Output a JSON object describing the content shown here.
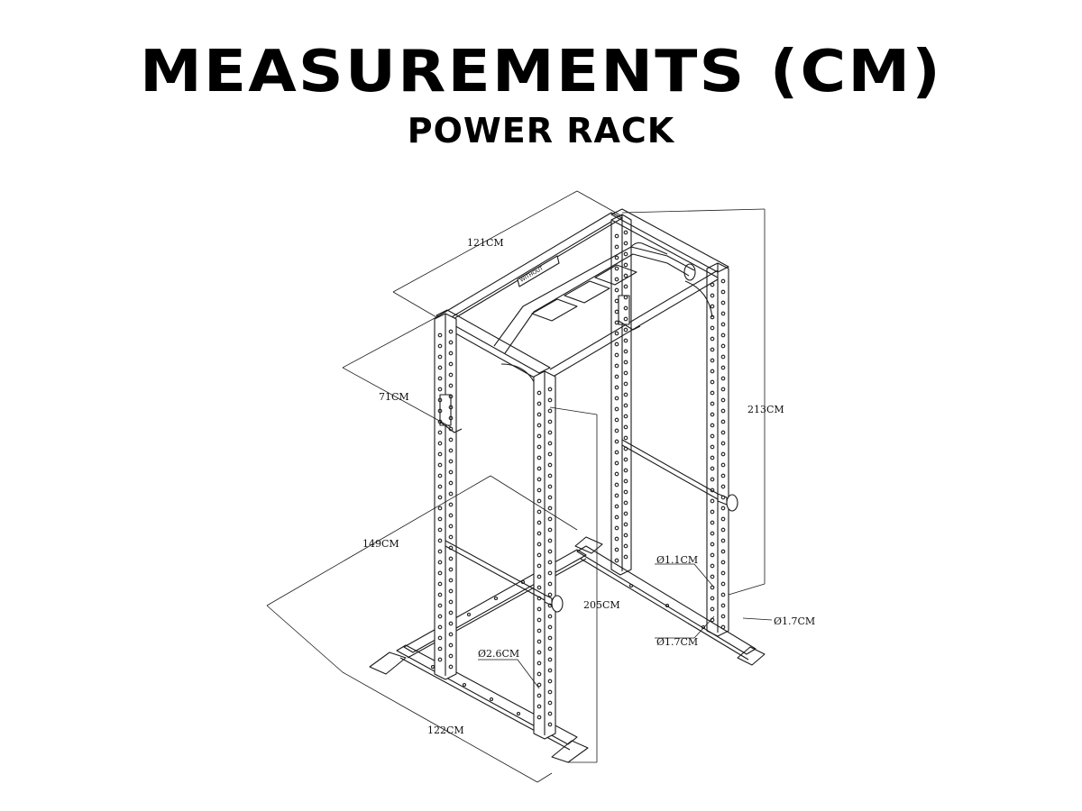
{
  "title": "MEASUREMENTS (CM)",
  "subtitle": "POWER RACK",
  "brand_plate": "WITHOUT",
  "dimensions": {
    "top_width": "121CM",
    "top_depth": "71CM",
    "total_height": "213CM",
    "inner_height": "205CM",
    "base_length": "149CM",
    "base_width": "122CM",
    "hole_small": "Ø1.1CM",
    "hole_large_a": "Ø1.7CM",
    "hole_large_b": "Ø1.7CM",
    "hole_front": "Ø2.6CM"
  },
  "colors": {
    "line": "#1a1a1a",
    "background": "#ffffff"
  }
}
